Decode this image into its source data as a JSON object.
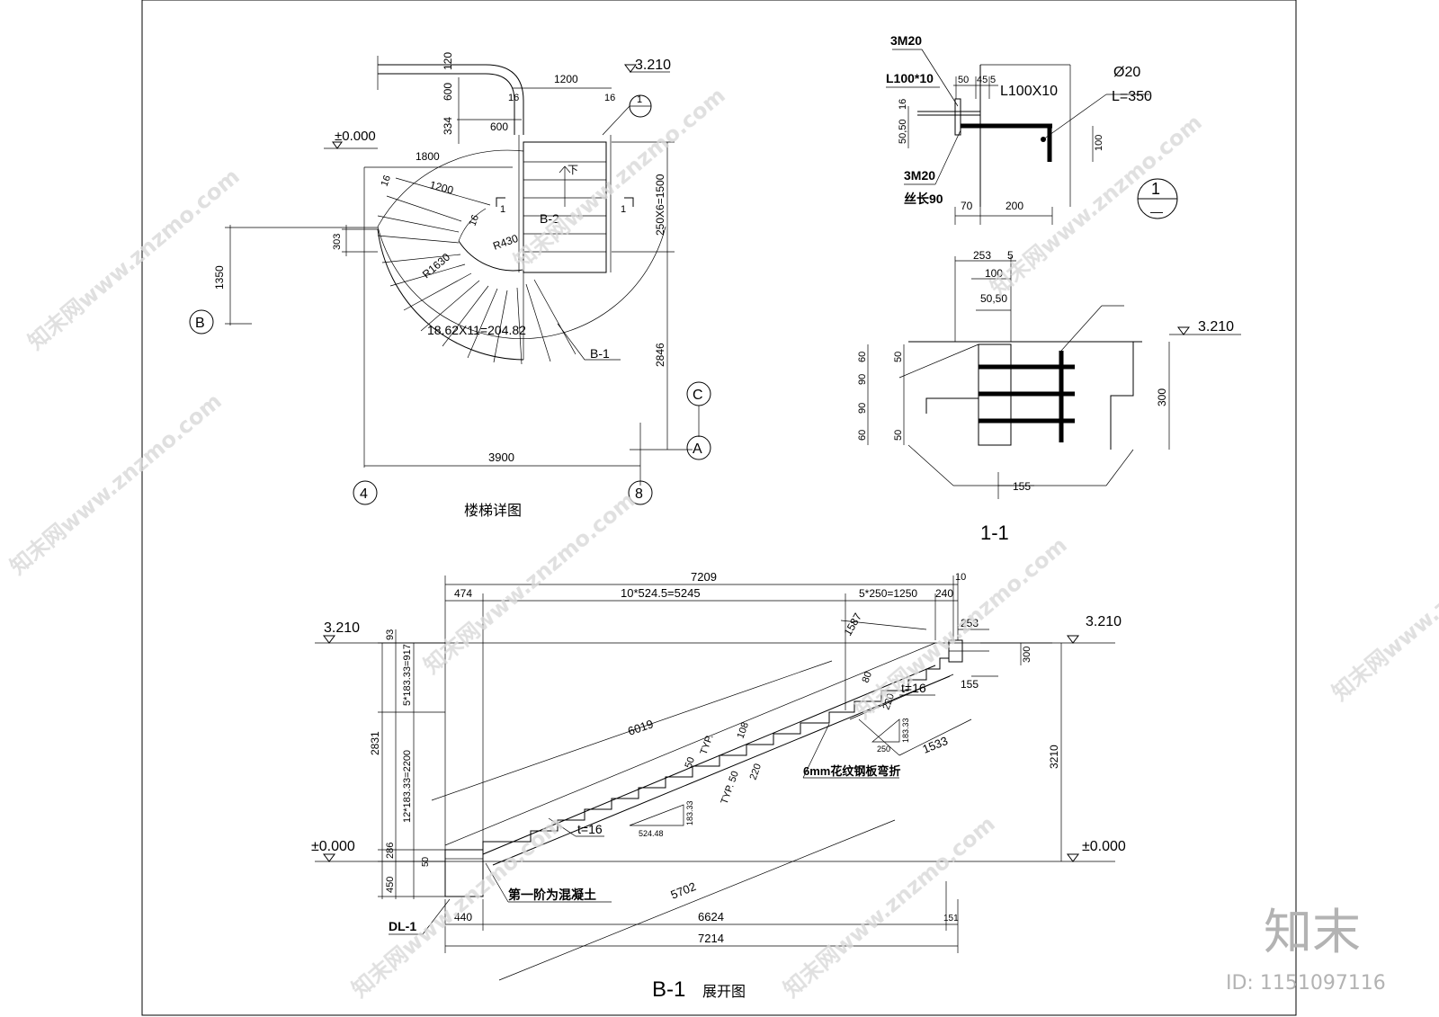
{
  "plan": {
    "title": "楼梯详图",
    "elevations": {
      "top": "3.210",
      "zero": "±0.000"
    },
    "dims": [
      "1200",
      "16",
      "16",
      "120",
      "600",
      "334",
      "600",
      "1800",
      "1200",
      "16",
      "16",
      "303",
      "1350",
      "250X6=1500",
      "2846",
      "3900",
      "R430",
      "R1630",
      "18.62X11=204.82"
    ],
    "labels": {
      "b2": "B-2",
      "b1": "B-1",
      "down": "下",
      "one": "1"
    },
    "axes": {
      "four": "4",
      "eight": "8",
      "b": "B",
      "c": "C",
      "a": "A"
    }
  },
  "detail1": {
    "callout_num": "1",
    "callout_den": "—",
    "labels": [
      "3M20",
      "L100*10",
      "L100X10",
      "Ø20",
      "L=350",
      "3M20",
      "丝长90"
    ],
    "dims": [
      "50",
      "45",
      "5",
      "16",
      "50,50",
      "100",
      "70",
      "200"
    ]
  },
  "section11": {
    "title": "1-1",
    "elevation": "3.210",
    "dims": [
      "253",
      "5",
      "100",
      "50,50",
      "60",
      "50",
      "90",
      "90",
      "60",
      "50",
      "300",
      "155"
    ]
  },
  "unfold": {
    "title_main": "B-1",
    "title_sub": "展开图",
    "elev_top": "3.210",
    "elev_zero": "±0.000",
    "dims_top": [
      "7209",
      "474",
      "10*524.5=5245",
      "5*250=1250",
      "240",
      "10"
    ],
    "dims_left": [
      "93",
      "5*183.33=917",
      "2831",
      "12*183.33=2200",
      "286",
      "450",
      "50"
    ],
    "dims_bottom": [
      "440",
      "6624",
      "151",
      "7214"
    ],
    "dims_right": [
      "3210",
      "300",
      "253",
      "155"
    ],
    "diag": [
      "6019",
      "1587",
      "1533",
      "5702",
      "80",
      "220",
      "220",
      "108",
      "TYP.",
      "50",
      "TYP. 50"
    ],
    "notes": [
      "t=16",
      "t=16",
      "6mm花纹钢板弯折",
      "第一阶为混凝土",
      "DL-1"
    ],
    "triangles": [
      {
        "rise": "183.33",
        "run": "524.48"
      },
      {
        "rise": "183.33",
        "run": "250"
      }
    ]
  },
  "watermark": {
    "site": "知末网www.znzmo.com",
    "logo": "知末",
    "id": "ID: 1151097116"
  }
}
